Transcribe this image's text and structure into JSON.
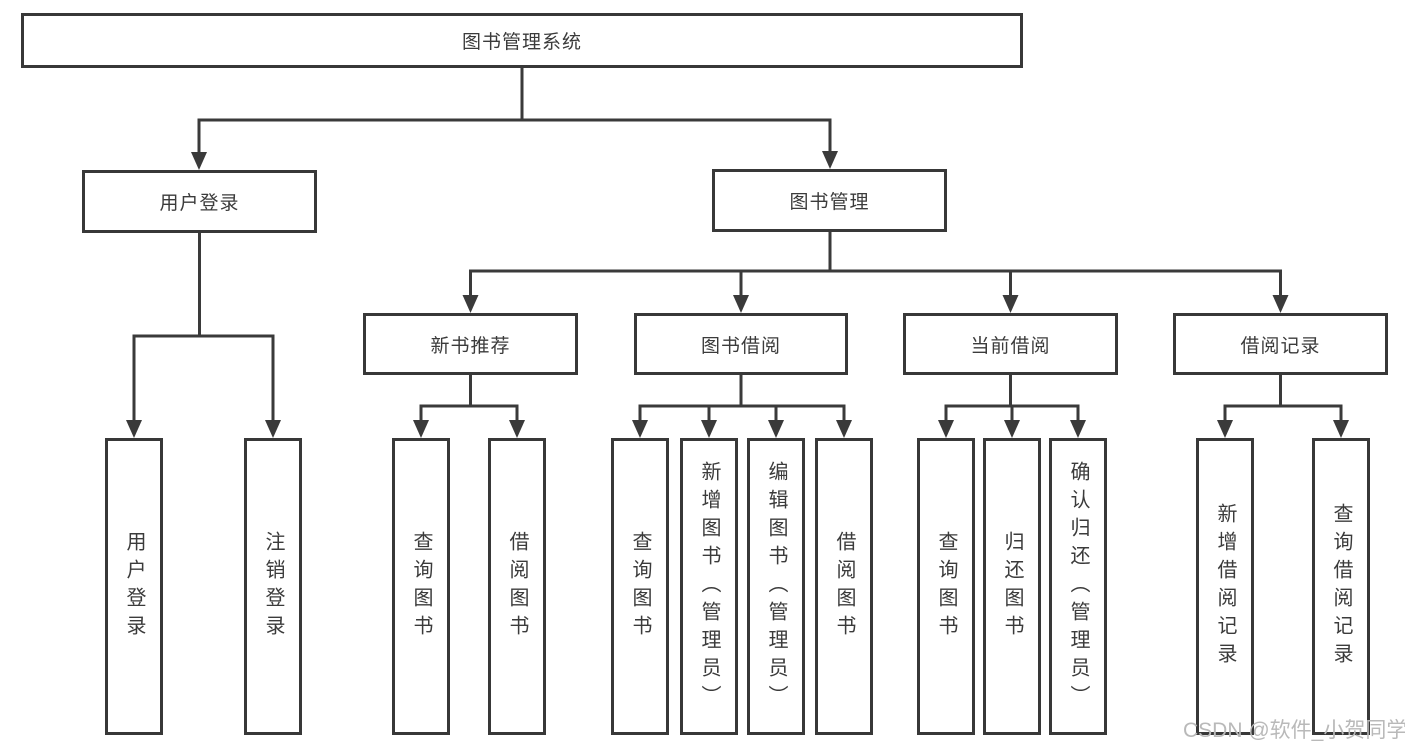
{
  "diagram": {
    "root": {
      "label": "图书管理系统"
    },
    "branches": {
      "user_login": {
        "label": "用户登录",
        "children": [
          "用户登录",
          "注销登录"
        ]
      },
      "book_mgmt": {
        "label": "图书管理"
      },
      "new_book_rec": {
        "label": "新书推荐",
        "children": [
          "查询图书",
          "借阅图书"
        ]
      },
      "book_borrow": {
        "label": "图书借阅",
        "children": [
          "查询图书",
          "新增图书（管理员）",
          "编辑图书（管理员）",
          "借阅图书"
        ]
      },
      "current_borrow": {
        "label": "当前借阅",
        "children": [
          "查询图书",
          "归还图书",
          "确认归还（管理员）"
        ]
      },
      "borrow_records": {
        "label": "借阅记录",
        "children": [
          "新增借阅记录",
          "查询借阅记录"
        ]
      }
    }
  },
  "watermark": {
    "text": "CSDN @软件_小贺同学"
  },
  "colors": {
    "line": "#3a3a3a",
    "text": "#3b3b3b",
    "box_background": "#ffffff",
    "watermark": "#b9b9b9",
    "background": "#ffffff"
  }
}
